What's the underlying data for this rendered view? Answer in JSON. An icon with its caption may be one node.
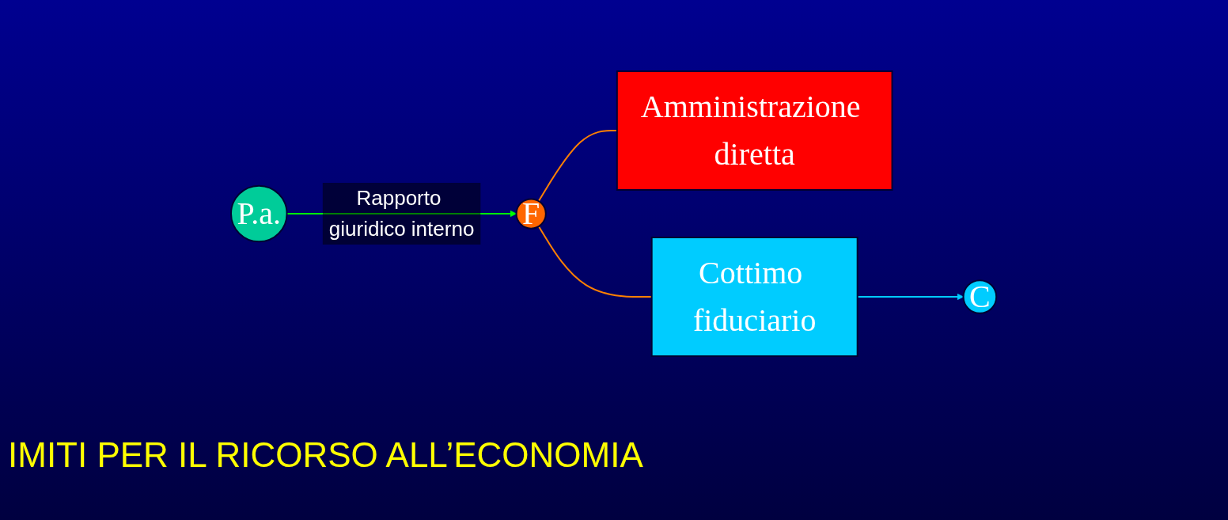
{
  "diagram": {
    "nodes": [
      {
        "text": [
          "P.a."
        ]
      },
      {
        "text": [
          "F"
        ]
      },
      {
        "text": [
          "Amministrazione diretta"
        ]
      },
      {
        "text": [
          "Cottimo fiduciario"
        ]
      },
      {
        "text": [
          "C"
        ]
      }
    ],
    "edges": [
      {
        "from": 0,
        "to": 1,
        "arrow": "to",
        "label": "Rapporto giuridico interno",
        "color": "#00ff00"
      },
      {
        "from": 1,
        "to": 2,
        "arrow": "none",
        "color": "#ff8000"
      },
      {
        "from": 1,
        "to": 3,
        "arrow": "none",
        "color": "#ff8000"
      },
      {
        "from": 3,
        "to": 4,
        "arrow": "to",
        "color": "#00ccff"
      }
    ],
    "labels": [
      "IMITI PER IL RICORSO ALL’ECONOMIA"
    ]
  }
}
